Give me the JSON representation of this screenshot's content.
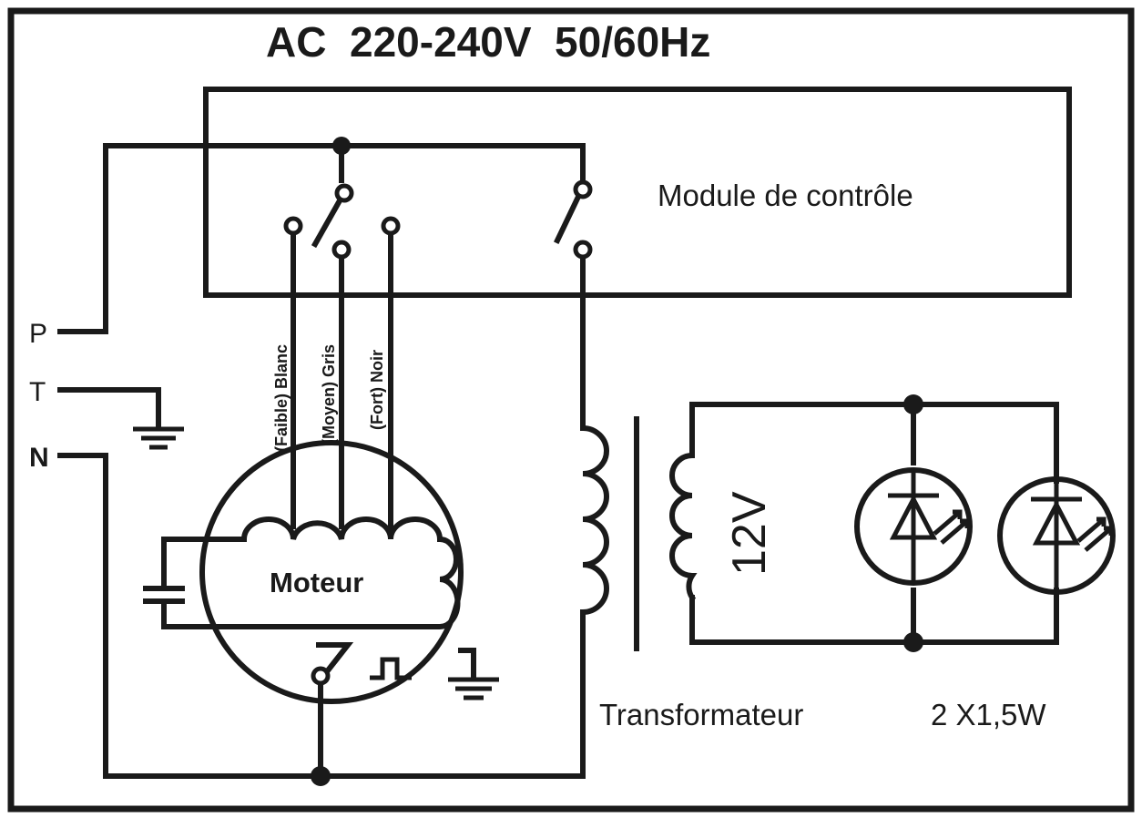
{
  "title": "AC  220-240V  50/60Hz",
  "control_module": {
    "label": "Module de contrôle"
  },
  "terminals": {
    "phase": "P",
    "earth": "T",
    "neutral": "N"
  },
  "motor": {
    "label": "Moteur",
    "wires": {
      "low": "(Faible) Blanc",
      "medium": "(Moyen) Gris",
      "high": "(Fort) Noir"
    }
  },
  "transformer": {
    "label": "Transformateur",
    "secondary_voltage": "12V"
  },
  "lamps": {
    "label": "2 X1,5W"
  }
}
